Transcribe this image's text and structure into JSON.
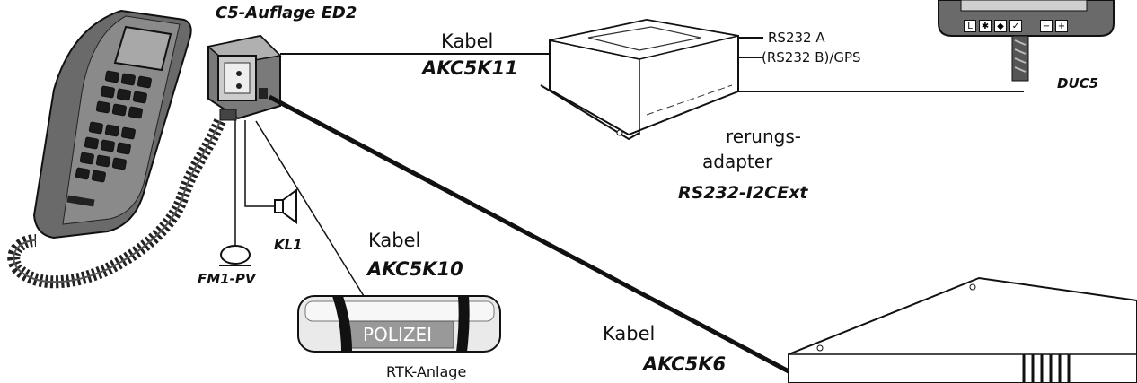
{
  "labels": {
    "cradle": "C5-Auflage ED2",
    "cable_top_word": "Kabel",
    "cable_top_model": "AKC5K11",
    "rs232_a": "RS232 A",
    "rs232_b": "(RS232 B)/GPS",
    "duc5": "DUC5",
    "adapter_line1": "rerungs-",
    "adapter_line2": "adapter",
    "adapter_model": "RS232-I2CExt",
    "kl1": "KL1",
    "fm1": "FM1-PV",
    "cable_mid_word": "Kabel",
    "cable_mid_model": "AKC5K10",
    "polizei": "POLIZEI",
    "rtk": "RTK-Anlage",
    "cable_low_word": "Kabel",
    "cable_low_model": "AKC5K6"
  },
  "keypad_icons": [
    "L",
    "✱",
    "◆",
    "✓",
    "−",
    "+"
  ]
}
